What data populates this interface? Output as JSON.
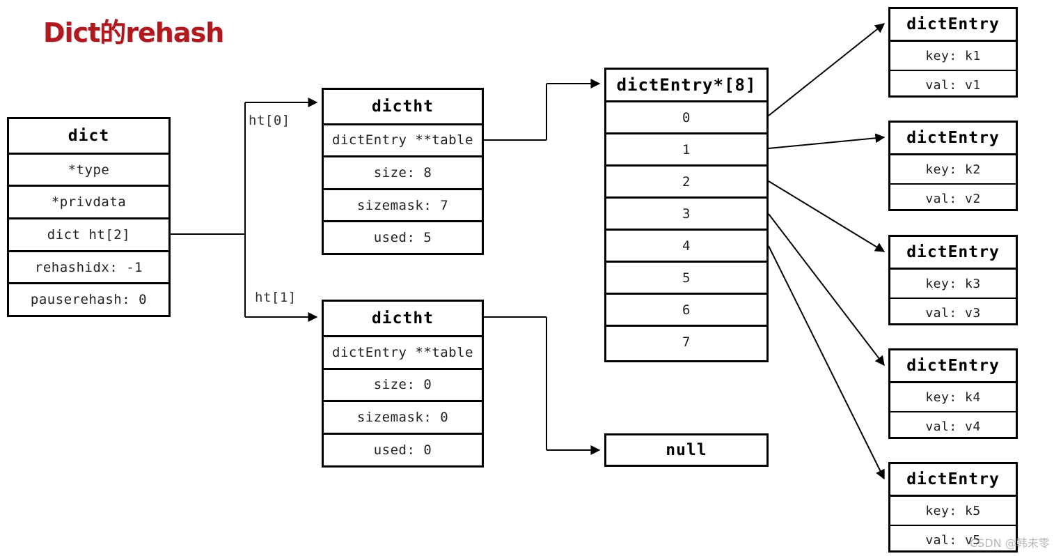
{
  "title": "Dict的rehash",
  "watermark": "CSDN @韩未零",
  "dict": {
    "header": "dict",
    "fields": [
      {
        "label": "*type"
      },
      {
        "label": "*privdata"
      },
      {
        "label": "dict ht[2]"
      },
      {
        "label": "rehashidx: -1"
      },
      {
        "label": "pauserehash: 0"
      }
    ]
  },
  "edge_labels": {
    "ht0": "ht[0]",
    "ht1": "ht[1]"
  },
  "dictht": [
    {
      "header": "dictht",
      "fields": [
        {
          "label": "dictEntry **table"
        },
        {
          "label": "size: 8"
        },
        {
          "label": "sizemask: 7"
        },
        {
          "label": "used: 5"
        }
      ]
    },
    {
      "header": "dictht",
      "fields": [
        {
          "label": "dictEntry **table"
        },
        {
          "label": "size: 0"
        },
        {
          "label": "sizemask: 0"
        },
        {
          "label": "used: 0"
        }
      ]
    }
  ],
  "bucket_array": {
    "header": "dictEntry*[8]",
    "cells": [
      "0",
      "1",
      "2",
      "3",
      "4",
      "5",
      "6",
      "7"
    ]
  },
  "null_node": {
    "label": "null"
  },
  "entries": [
    {
      "header": "dictEntry",
      "key": "key: k1",
      "val": "val: v1"
    },
    {
      "header": "dictEntry",
      "key": "key: k2",
      "val": "val: v2"
    },
    {
      "header": "dictEntry",
      "key": "key: k3",
      "val": "val: v3"
    },
    {
      "header": "dictEntry",
      "key": "key: k4",
      "val": "val: v4"
    },
    {
      "header": "dictEntry",
      "key": "key: k5",
      "val": "val: v5"
    }
  ],
  "colors": {
    "title": "#b0191f",
    "stroke": "#000000",
    "text": "#222222",
    "background": "#ffffff",
    "watermark": "#b9b9b9"
  }
}
